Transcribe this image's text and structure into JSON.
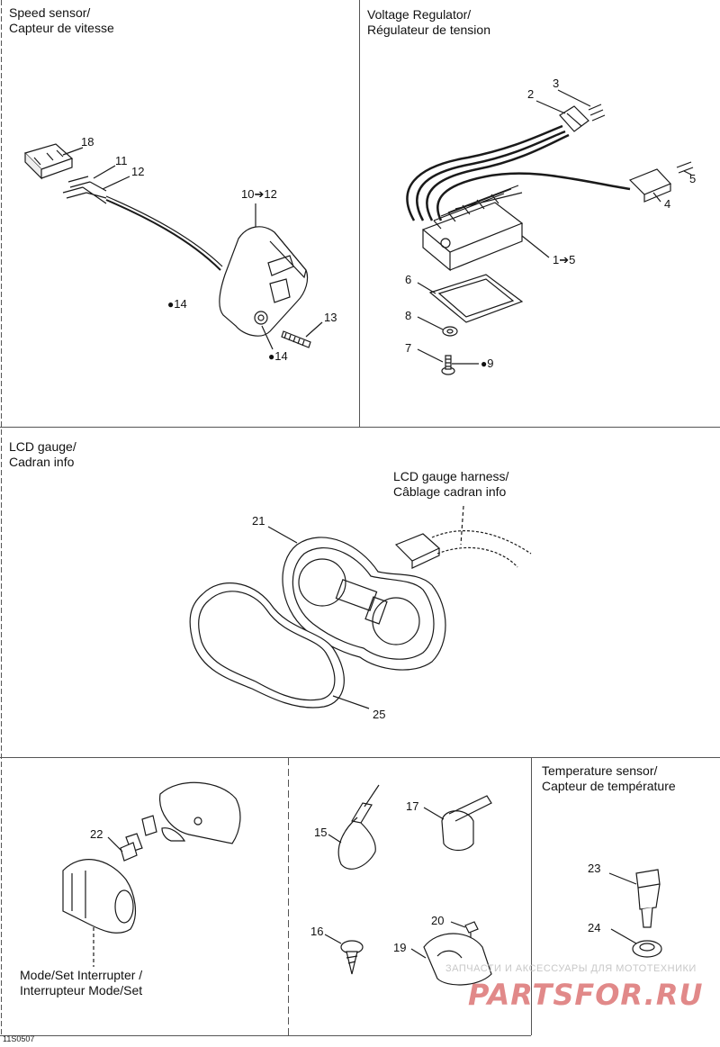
{
  "sections": {
    "speed_sensor": {
      "title": "Speed sensor/\nCapteur de vitesse"
    },
    "voltage_regulator": {
      "title": "Voltage Regulator/\nRégulateur de tension"
    },
    "lcd_gauge": {
      "title": "LCD gauge/\nCadran info",
      "harness_label": "LCD gauge harness/\nCâblage cadran info"
    },
    "temperature_sensor": {
      "title": "Temperature sensor/\nCapteur de température"
    },
    "mode_set": {
      "label": "Mode/Set Interrupter /\nInterrupteur Mode/Set"
    }
  },
  "callouts": {
    "c18": "18",
    "c11": "11",
    "c12": "12",
    "c10_12": "10➔12",
    "c13": "13",
    "c14a": "14",
    "c14b": "14",
    "c2": "2",
    "c3": "3",
    "c5": "5",
    "c4": "4",
    "c1_5": "1➔5",
    "c6": "6",
    "c8": "8",
    "c7": "7",
    "c9": "9",
    "c21": "21",
    "c25": "25",
    "c22": "22",
    "c15": "15",
    "c17": "17",
    "c20": "20",
    "c16": "16",
    "c19": "19",
    "c23": "23",
    "c24": "24"
  },
  "drawing_id": "11S0507",
  "watermark": {
    "small": "ЗАПЧАСТИ И АКСЕССУАРЫ ДЛЯ МОТОТЕХНИКИ",
    "big": "PARTSFOR.RU"
  },
  "colors": {
    "line": "#1a1a1a",
    "frame": "#555555"
  }
}
